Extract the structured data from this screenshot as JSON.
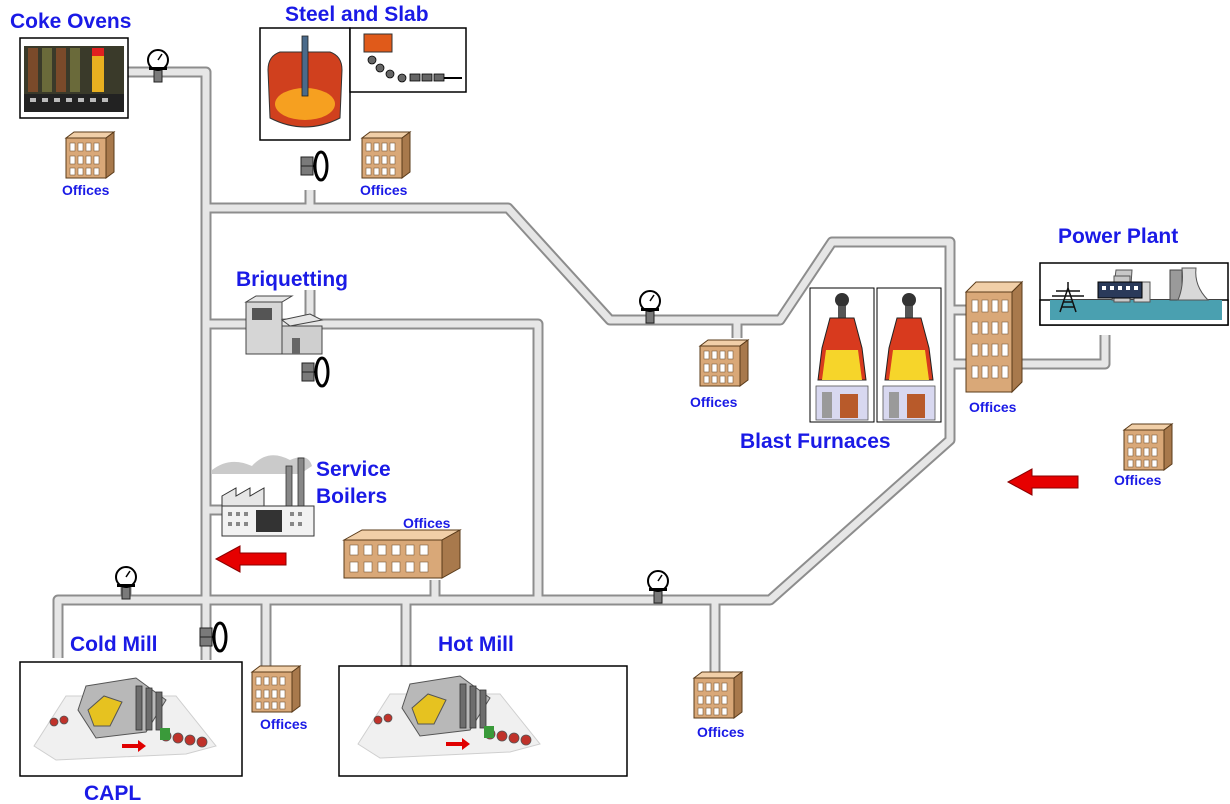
{
  "title": "",
  "labels": {
    "coke_ovens": "Coke Ovens",
    "steel_and_slab": "Steel and Slab",
    "briquetting": "Briquetting",
    "power_plant": "Power Plant",
    "blast_furnaces": "Blast Furnaces",
    "service_boilers_1": "Service",
    "service_boilers_2": "Boilers",
    "cold_mill": "Cold Mill",
    "hot_mill": "Hot Mill",
    "capl": "CAPL",
    "offices": "Offices"
  },
  "colors": {
    "label": "#1a1ae6",
    "pipe": "#e6e6e6",
    "pipe_edge": "#8d8d8d",
    "building": "#d9a878",
    "arrow": "#e00000"
  },
  "icons": [
    "coke-ovens-icon",
    "steel-slab-icon",
    "briquetting-building-icon",
    "service-boilers-factory-icon",
    "power-plant-icon",
    "blast-furnace-icon",
    "rolling-mill-icon",
    "office-building-icon",
    "pressure-gauge-icon",
    "flow-meter-icon",
    "flow-direction-arrow-icon"
  ]
}
